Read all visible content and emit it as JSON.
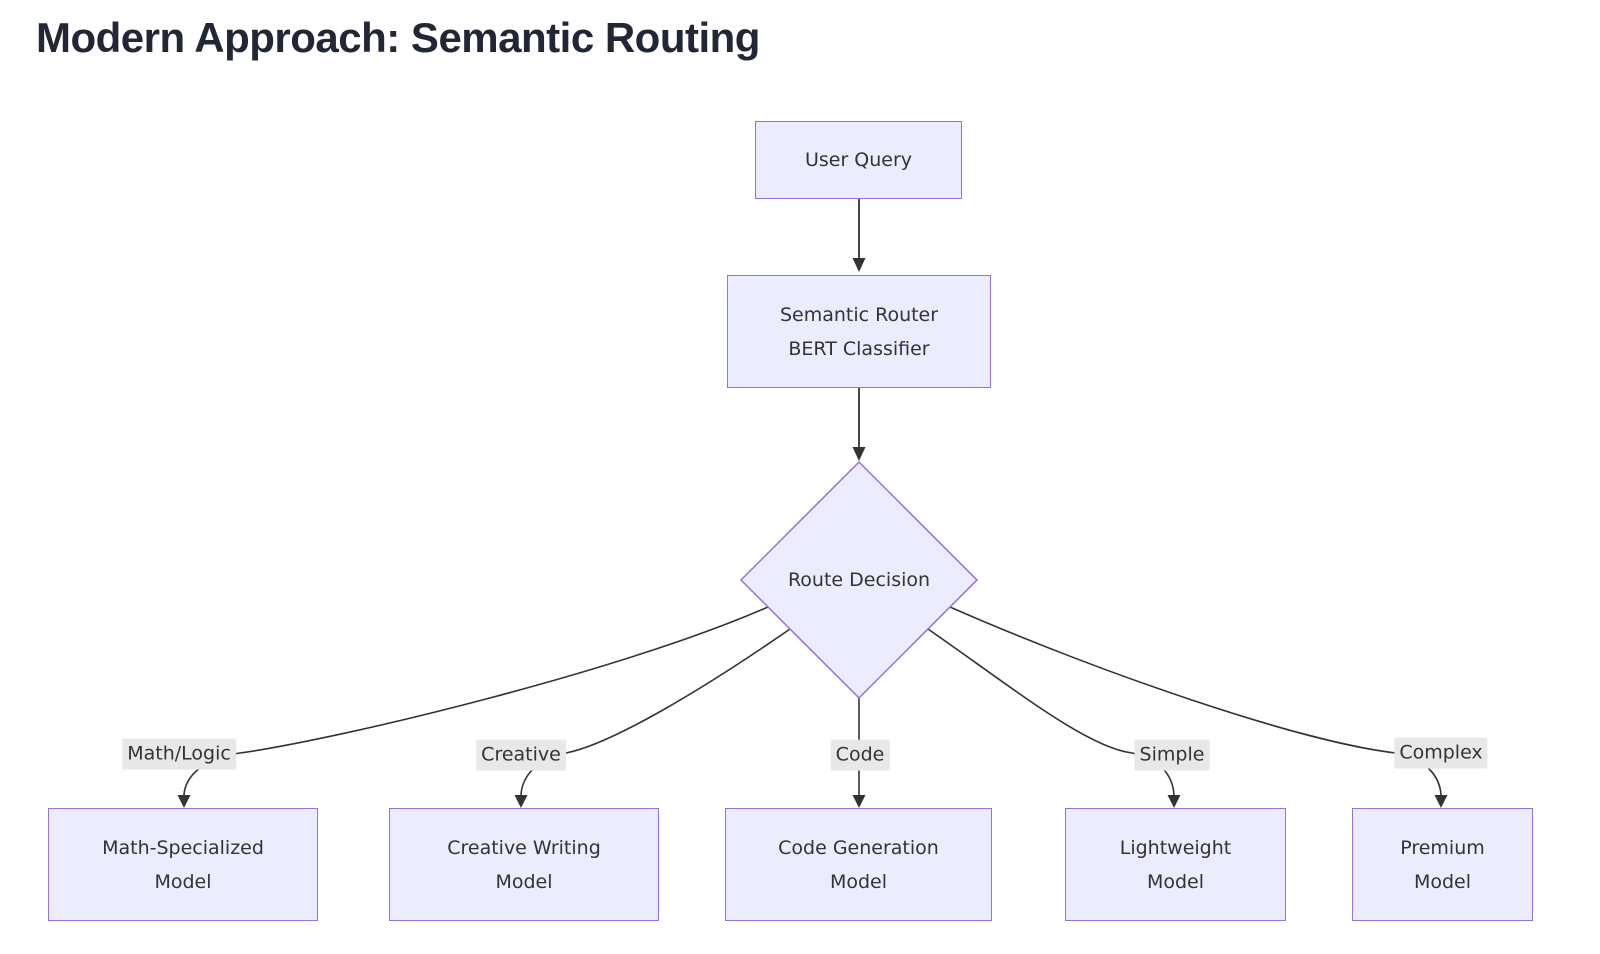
{
  "title": "Modern Approach: Semantic Routing",
  "diagram_type": "flowchart",
  "colors": {
    "background": "#ffffff",
    "node_fill": "#ECECFF",
    "node_border": "#9370DB",
    "edge_line": "#333333",
    "edge_label_background": "#e8e8e8",
    "text": "#333333",
    "title_text": "#212735"
  },
  "nodes": {
    "user_query": {
      "label": "User Query"
    },
    "semantic_router": {
      "line1": "Semantic Router",
      "line2": "BERT Classifier"
    },
    "route_decision": {
      "label": "Route Decision",
      "shape": "diamond"
    },
    "math_model": {
      "line1": "Math-Specialized",
      "line2": "Model"
    },
    "creative_model": {
      "line1": "Creative Writing",
      "line2": "Model"
    },
    "code_model": {
      "line1": "Code Generation",
      "line2": "Model"
    },
    "lightweight_model": {
      "line1": "Lightweight",
      "line2": "Model"
    },
    "premium_model": {
      "line1": "Premium",
      "line2": "Model"
    }
  },
  "edge_labels": {
    "math_logic": "Math/Logic",
    "creative": "Creative",
    "code": "Code",
    "simple": "Simple",
    "complex": "Complex"
  },
  "edges": [
    {
      "from": "User Query",
      "to": "Semantic Router BERT Classifier",
      "label": ""
    },
    {
      "from": "Semantic Router BERT Classifier",
      "to": "Route Decision",
      "label": ""
    },
    {
      "from": "Route Decision",
      "to": "Math-Specialized Model",
      "label": "Math/Logic"
    },
    {
      "from": "Route Decision",
      "to": "Creative Writing Model",
      "label": "Creative"
    },
    {
      "from": "Route Decision",
      "to": "Code Generation Model",
      "label": "Code"
    },
    {
      "from": "Route Decision",
      "to": "Lightweight Model",
      "label": "Simple"
    },
    {
      "from": "Route Decision",
      "to": "Premium Model",
      "label": "Complex"
    }
  ]
}
